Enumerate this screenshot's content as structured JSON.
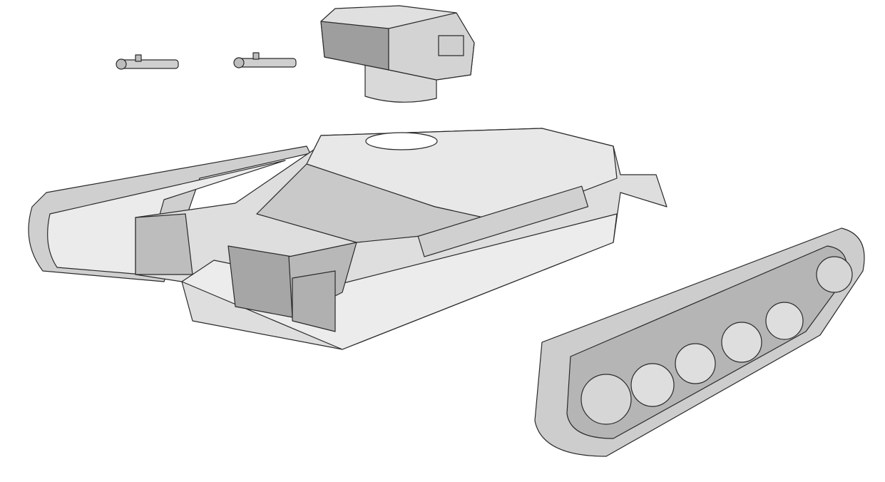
{
  "scene": {
    "subject": "tank-model-exploded-view",
    "colors": {
      "background": "#ffffff",
      "light": "#e6e6e6",
      "mid": "#bdbdbd",
      "dark": "#8a8a8a",
      "outline": "#2a2a2a"
    },
    "parts": [
      "machine-gun",
      "machine-gun",
      "turret",
      "hull",
      "left-track",
      "right-track"
    ]
  }
}
